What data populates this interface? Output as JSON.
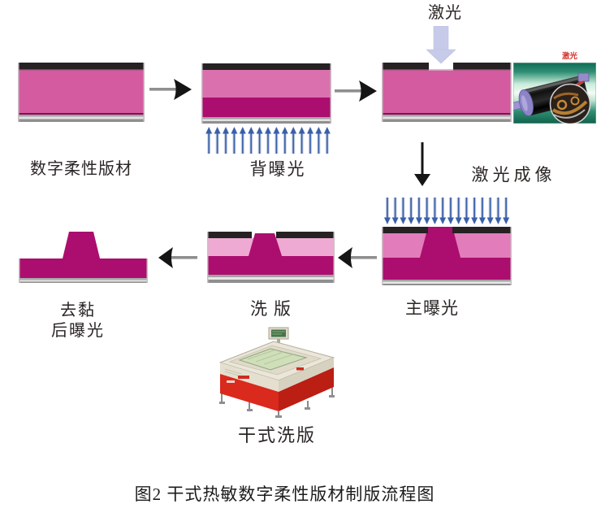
{
  "figure": {
    "caption": "图2 干式热敏数字柔性版材制版流程图"
  },
  "steps": {
    "raw_plate": {
      "label": "数字柔性版材"
    },
    "back_exposure": {
      "label": "背曝光",
      "uv_arrow_count": 15,
      "uv_arrow_direction": "up"
    },
    "laser_imaging": {
      "label": "激光成像",
      "laser_label": "激光",
      "drum_label": "激光"
    },
    "main_exposure": {
      "label": "主曝光",
      "uv_arrow_count": 16,
      "uv_arrow_direction": "down"
    },
    "washing": {
      "label": "洗版"
    },
    "detack_post_exposure": {
      "label_line1": "去黏",
      "label_line2": "后曝光"
    },
    "dry_washing_machine": {
      "label": "干式洗版"
    }
  },
  "icons": {
    "flow_arrow_right": "black right-pointing flow arrow",
    "flow_arrow_left": "black left-pointing flow arrow",
    "flow_arrow_down": "black down-pointing flow arrow",
    "laser_beam_arrow": "thick lavender down arrow (laser)",
    "uv_arrows": "row of small blue UV exposure arrows"
  },
  "colors": {
    "plate_pink": "#d45b9f",
    "plate_pink_light": "#e27cba",
    "plate_pink_pale": "#eeaad2",
    "plate_magenta_dark": "#ab0e6e",
    "plate_black_layer": "#262122",
    "plate_base_gray": "#8f8f8f",
    "uv_arrow_blue": "#3a5fa8",
    "laser_arrow_lavender": "#c7cbe9",
    "flow_arrow_black": "#151515",
    "machine_red": "#da291d",
    "machine_cream": "#eae6d8",
    "drum_teal": "#2e8d72"
  }
}
